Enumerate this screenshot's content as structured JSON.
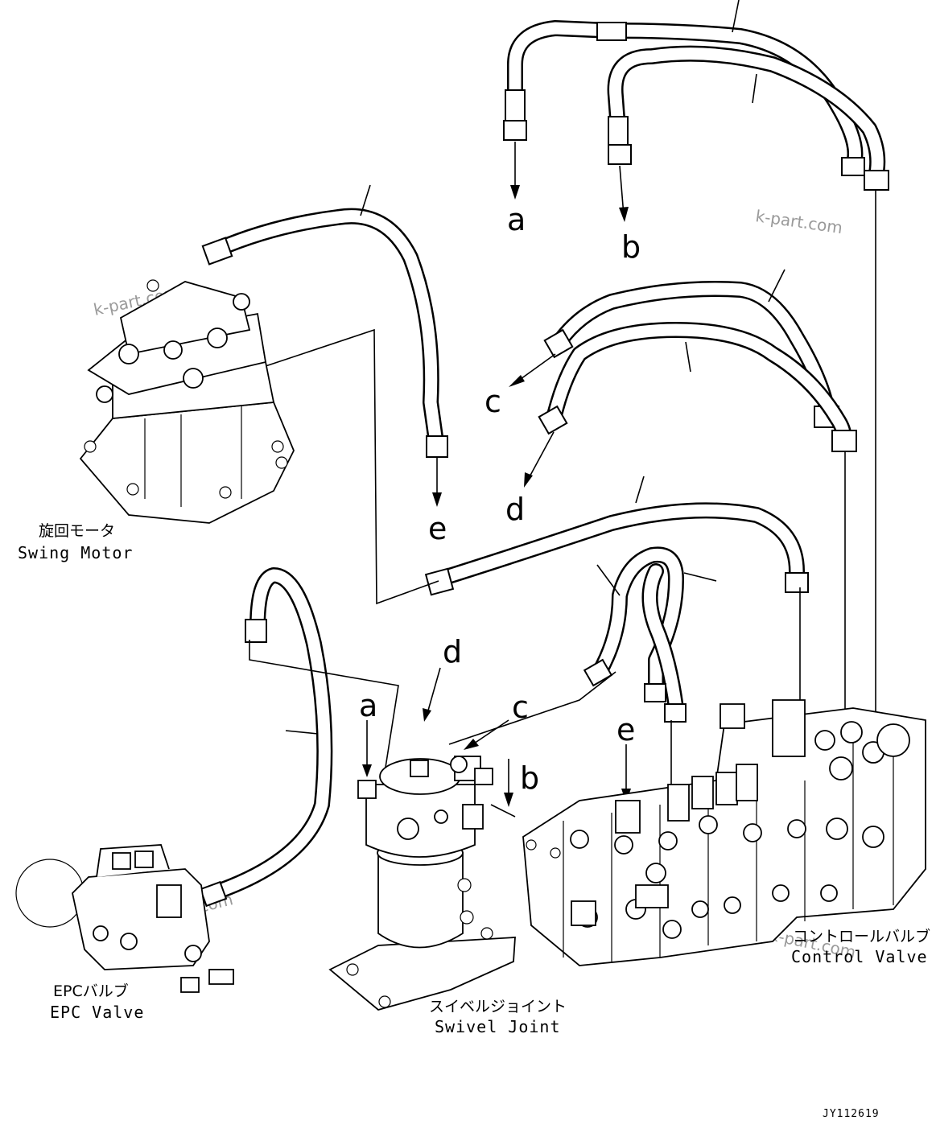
{
  "labels": {
    "a_top": "a",
    "b_top": "b",
    "c_mid": "c",
    "d_mid": "d",
    "e_mid": "e",
    "a_swivel": "a",
    "d_swivel": "d",
    "c_swivel": "c",
    "b_swivel": "b",
    "e_valve": "e"
  },
  "components": {
    "swing_motor_jp": "旋回モータ",
    "swing_motor_en": "Swing Motor",
    "epc_valve_jp": "EPCバルブ",
    "epc_valve_en": "EPC Valve",
    "swivel_joint_jp": "スイベルジョイント",
    "swivel_joint_en": "Swivel Joint",
    "control_valve_jp": "コントロールバルブ",
    "control_valve_en": "Control Valve"
  },
  "watermark": "k-part.com",
  "drawing_code": "JY112619"
}
